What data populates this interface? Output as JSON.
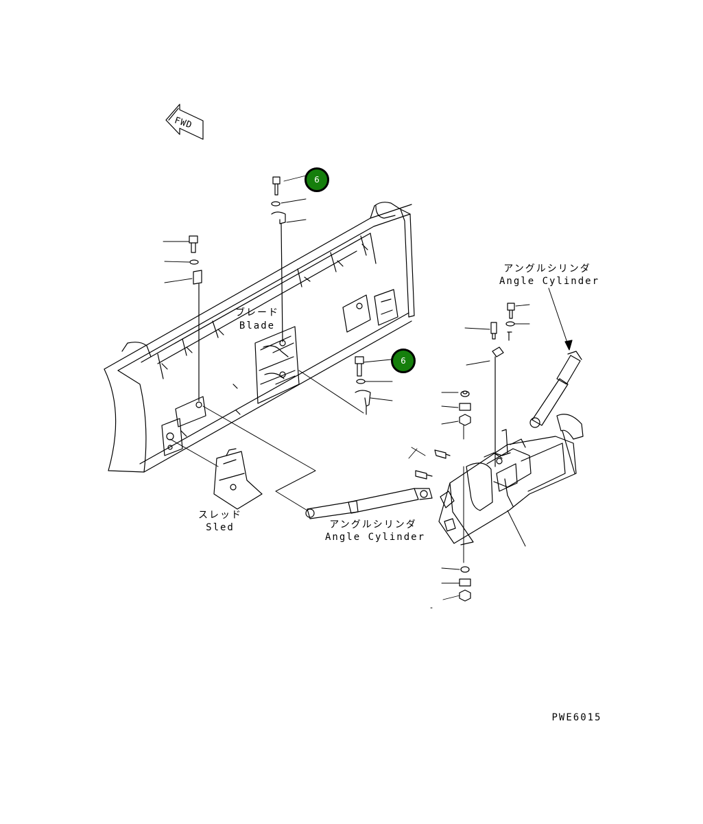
{
  "fwd_label": "FWD",
  "labels": {
    "blade_jp": "ブレード",
    "blade_en": "Blade",
    "sled_jp": "スレッド",
    "sled_en": "Sled",
    "angle_cyl_top_jp": "アングルシリンダ",
    "angle_cyl_top_en": "Angle Cylinder",
    "angle_cyl_bottom_jp": "アングルシリンダ",
    "angle_cyl_bottom_en": "Angle Cylinder"
  },
  "callouts": [
    {
      "number": "6"
    },
    {
      "number": "6"
    }
  ],
  "colors": {
    "callout_fill": "#157f0c",
    "line": "#000000"
  },
  "drawing_code": "PWE6015"
}
